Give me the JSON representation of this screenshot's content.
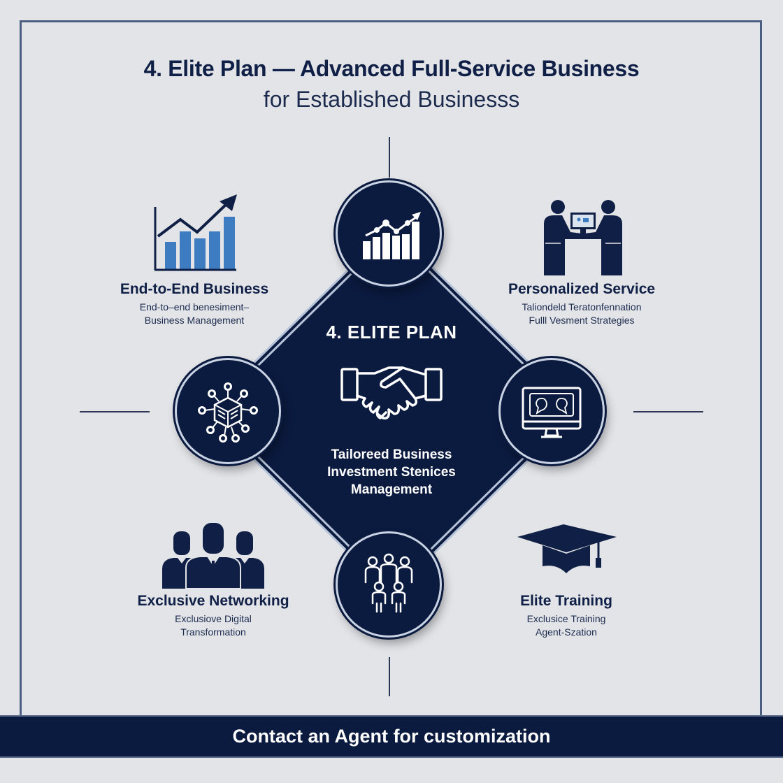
{
  "header": {
    "title": "4. Elite Plan — Advanced Full-Service Business",
    "subtitle": "for Established Businesss"
  },
  "center": {
    "title": "4. ELITE PLAN",
    "icon": "handshake-icon",
    "description_lines": [
      "Tailoreed Business",
      "Investment Stenices",
      "Management"
    ]
  },
  "circles": [
    {
      "position": "top",
      "icon": "growth-chart-icon"
    },
    {
      "position": "left",
      "icon": "network-cube-icon"
    },
    {
      "position": "right",
      "icon": "monitor-icon"
    },
    {
      "position": "bottom",
      "icon": "group-people-icon"
    }
  ],
  "features": [
    {
      "id": "end-to-end",
      "icon": "bar-chart-arrow-icon",
      "title": "End-to-End Business",
      "description_lines": [
        "End-to–end benesiment–",
        "Business Management"
      ]
    },
    {
      "id": "personalized",
      "icon": "consultation-icon",
      "title": "Personalized Service",
      "description_lines": [
        "Taliondeld Teratonfennation",
        "Fulll Vesment Strategies"
      ]
    },
    {
      "id": "networking",
      "icon": "business-team-icon",
      "title": "Exclusive Networking",
      "description_lines": [
        "Exclusiove Digital",
        "Transformation"
      ]
    },
    {
      "id": "training",
      "icon": "graduation-cap-icon",
      "title": "Elite Training",
      "description_lines": [
        "Exclusice Training",
        "Agent-Szation"
      ]
    }
  ],
  "cta": {
    "label": "Contact an Agent for customization"
  },
  "colors": {
    "background": "#e3e4e8",
    "navy": "#0b1a3f",
    "text": "#0f1f45",
    "accent_blue": "#3d7cc0",
    "frame": "#4c5f83"
  }
}
